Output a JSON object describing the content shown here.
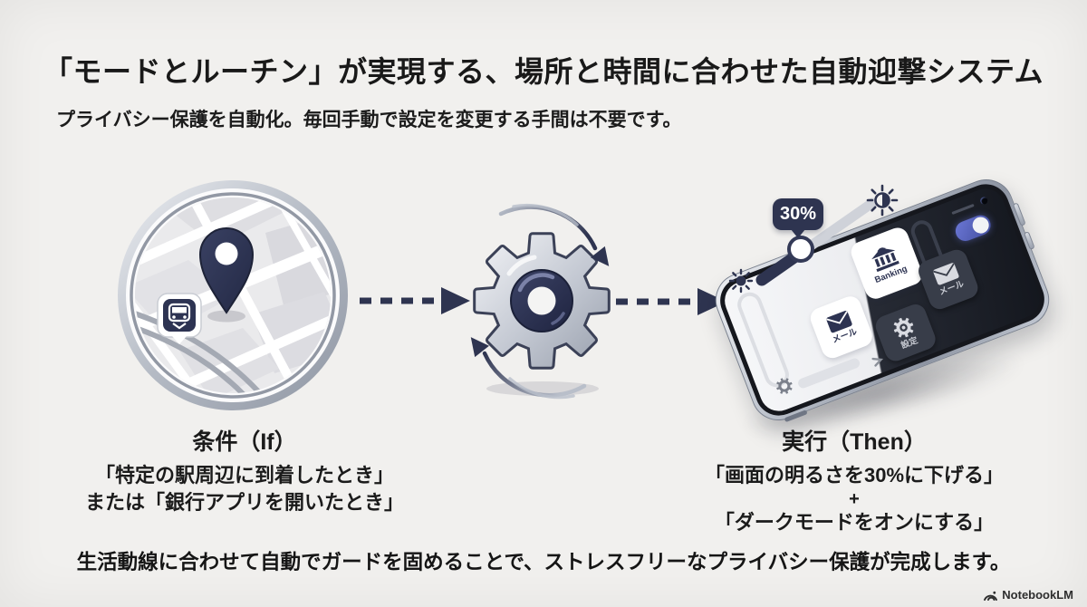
{
  "header": {
    "title": "「モードとルーチン」が実現する、場所と時間に合わせた自動迎撃システム",
    "subtitle": "プライバシー保護を自動化。毎回手動で設定を変更する手間は不要です。"
  },
  "flow": {
    "condition": {
      "heading": "条件（If）",
      "line1": "「特定の駅周辺に到着したとき」",
      "line2": "または「銀行アプリを開いたとき」"
    },
    "action": {
      "heading": "実行（Then）",
      "line1": "「画面の明るさを30%に下げる」",
      "plus": "+",
      "line2": "「ダークモードをオンにする」"
    }
  },
  "illustration": {
    "brightness_badge": "30%",
    "phone_tiles": [
      {
        "id": "banking",
        "label": "Banking"
      },
      {
        "id": "mail-light",
        "label": "メール"
      },
      {
        "id": "mail-dark",
        "label": "メール"
      },
      {
        "id": "settings",
        "label": "設定"
      }
    ],
    "icon_names": [
      "location-pin-icon",
      "train-station-icon",
      "gear-icon",
      "rotation-arrow-icon",
      "flow-arrow-icon",
      "brightness-low-icon",
      "brightness-high-icon",
      "dark-mode-toggle",
      "bank-icon",
      "mail-icon",
      "settings-gear-icon"
    ]
  },
  "footer": {
    "note": "生活動線に合わせて自動でガードを固めることで、ストレスフリーなプライバシー保護が完成します。",
    "brand": "NotebookLM"
  },
  "colors": {
    "background": "#f1f0ee",
    "navy": "#2e3450",
    "silver": "#aab0bc",
    "toggle_blue": "#6673cf",
    "text": "#1b1b1b"
  }
}
